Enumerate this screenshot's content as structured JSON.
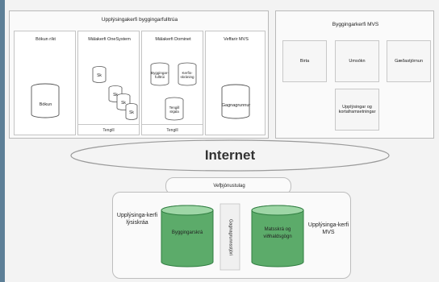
{
  "top_left_panel": {
    "title": "Upplýsingakerfi byggingarfulltrúa",
    "columns": [
      {
        "title": "Bókun ríkt",
        "db_label": "Bókun"
      },
      {
        "title": "Málakerfi OneSystem",
        "footer": "Tengill"
      },
      {
        "title": "Málakerfi Dominet",
        "db_labels": [
          "Byggingar-fulltrúi",
          "Kerfis-skráning",
          "Tengill skjala"
        ],
        "footer": "Tengill"
      },
      {
        "title": "Veffarir MVS",
        "db_label": "Gagnagrunnur"
      }
    ],
    "one_system_cylinders": [
      "Sk",
      "Sk",
      "Sk",
      "Sk"
    ]
  },
  "top_right_panel": {
    "title": "Byggingarkerfi MVS",
    "boxes": [
      "Birta",
      "Umsókn",
      "Gæðastjórnun",
      "Upplýsingar og kortaframsetningar"
    ]
  },
  "internet": {
    "label": "Internet"
  },
  "interface_tab": {
    "label": "Vefþjónustulag"
  },
  "bottom_panel": {
    "left_text": "Upplýsinga-kerfi lýsiskráa",
    "left_db": "Byggingarskrá",
    "middle_text": "Gagnagrunnsstjóri",
    "right_db": "Matsskrá og viðhaldsgögn",
    "right_text": "Upplýsinga-kerfi MVS"
  },
  "colors": {
    "green": "#5cab6a",
    "green_dark": "#2f7d40",
    "side": "#5d7f97"
  }
}
